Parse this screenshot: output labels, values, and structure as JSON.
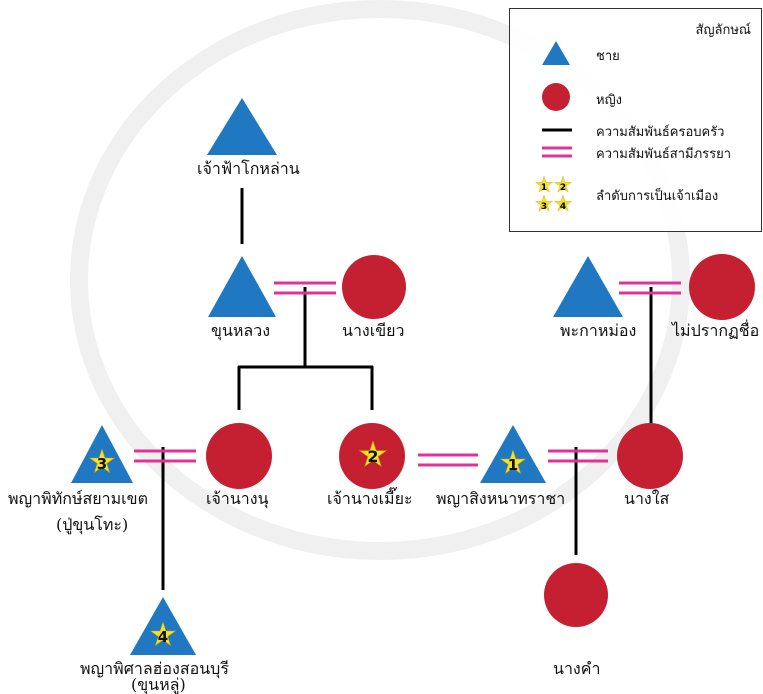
{
  "legend": {
    "title": "สัญลักษณ์",
    "male": "ชาย",
    "female": "หญิง",
    "family_relation": "ความสัมพันธ์ครอบครัว",
    "marriage_relation": "ความสัมพันธ์สามีภรรยา",
    "ruler_order": "ลำดับการเป็นเจ้าเมือง",
    "badge_numbers": [
      "1",
      "2",
      "3",
      "4"
    ]
  },
  "people": {
    "chaofa_kolan": "เจ้าฟ้าโกหล่าน",
    "khun_luang": "ขุนหลวง",
    "nang_khiao": "นางเขียว",
    "phakamong": "พะกาหม่อง",
    "unknown_name": "ไม่ปรากฏชื่อ",
    "phaya_phitak": "พญาพิทักษ์สยามเขต",
    "phaya_phitak_alias": "(ปู่ขุนโทะ)",
    "chao_nang_nu": "เจ้านางนุ",
    "chao_nang_mia": "เจ้านางเมี๊ยะ",
    "phaya_sing": "พญาสิงหนาทราชา",
    "nang_sai": "นางใส",
    "phaya_phisan": "พญาพิศาลฮ่องสอนบุรี",
    "phaya_phisan_alias": "(ขุนหลู่)",
    "nang_kham": "นางคำ"
  },
  "badges": {
    "phaya_sing": "1",
    "chao_nang_mia": "2",
    "phaya_phitak": "3",
    "phaya_phisan": "4"
  },
  "colors": {
    "male": "#1f78c1",
    "female": "#c42032",
    "family_line": "#000000",
    "marriage_line": "#e0339a",
    "badge_star": "#f6e02a"
  }
}
